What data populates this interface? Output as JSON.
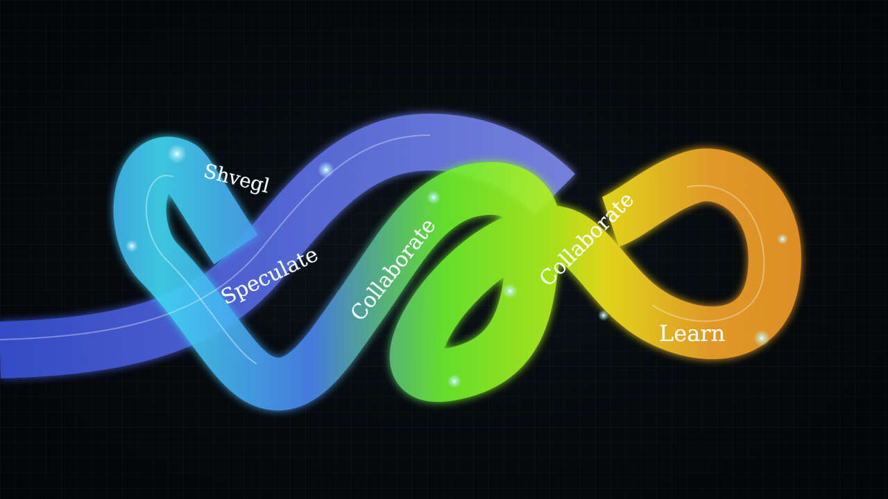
{
  "labels": {
    "teal_label": "Shvegl",
    "blue_label": "Speculate",
    "green_label": "Collaborate",
    "yellow_label": "Collaborate",
    "orange_label": "Learn"
  },
  "colors": {
    "background": "#05090c",
    "blue": "#4a64e6",
    "teal": "#3fd0f0",
    "green": "#6cf02e",
    "yellow": "#f3e61c",
    "orange": "#f29b25",
    "label_text": "#f4fbff"
  }
}
